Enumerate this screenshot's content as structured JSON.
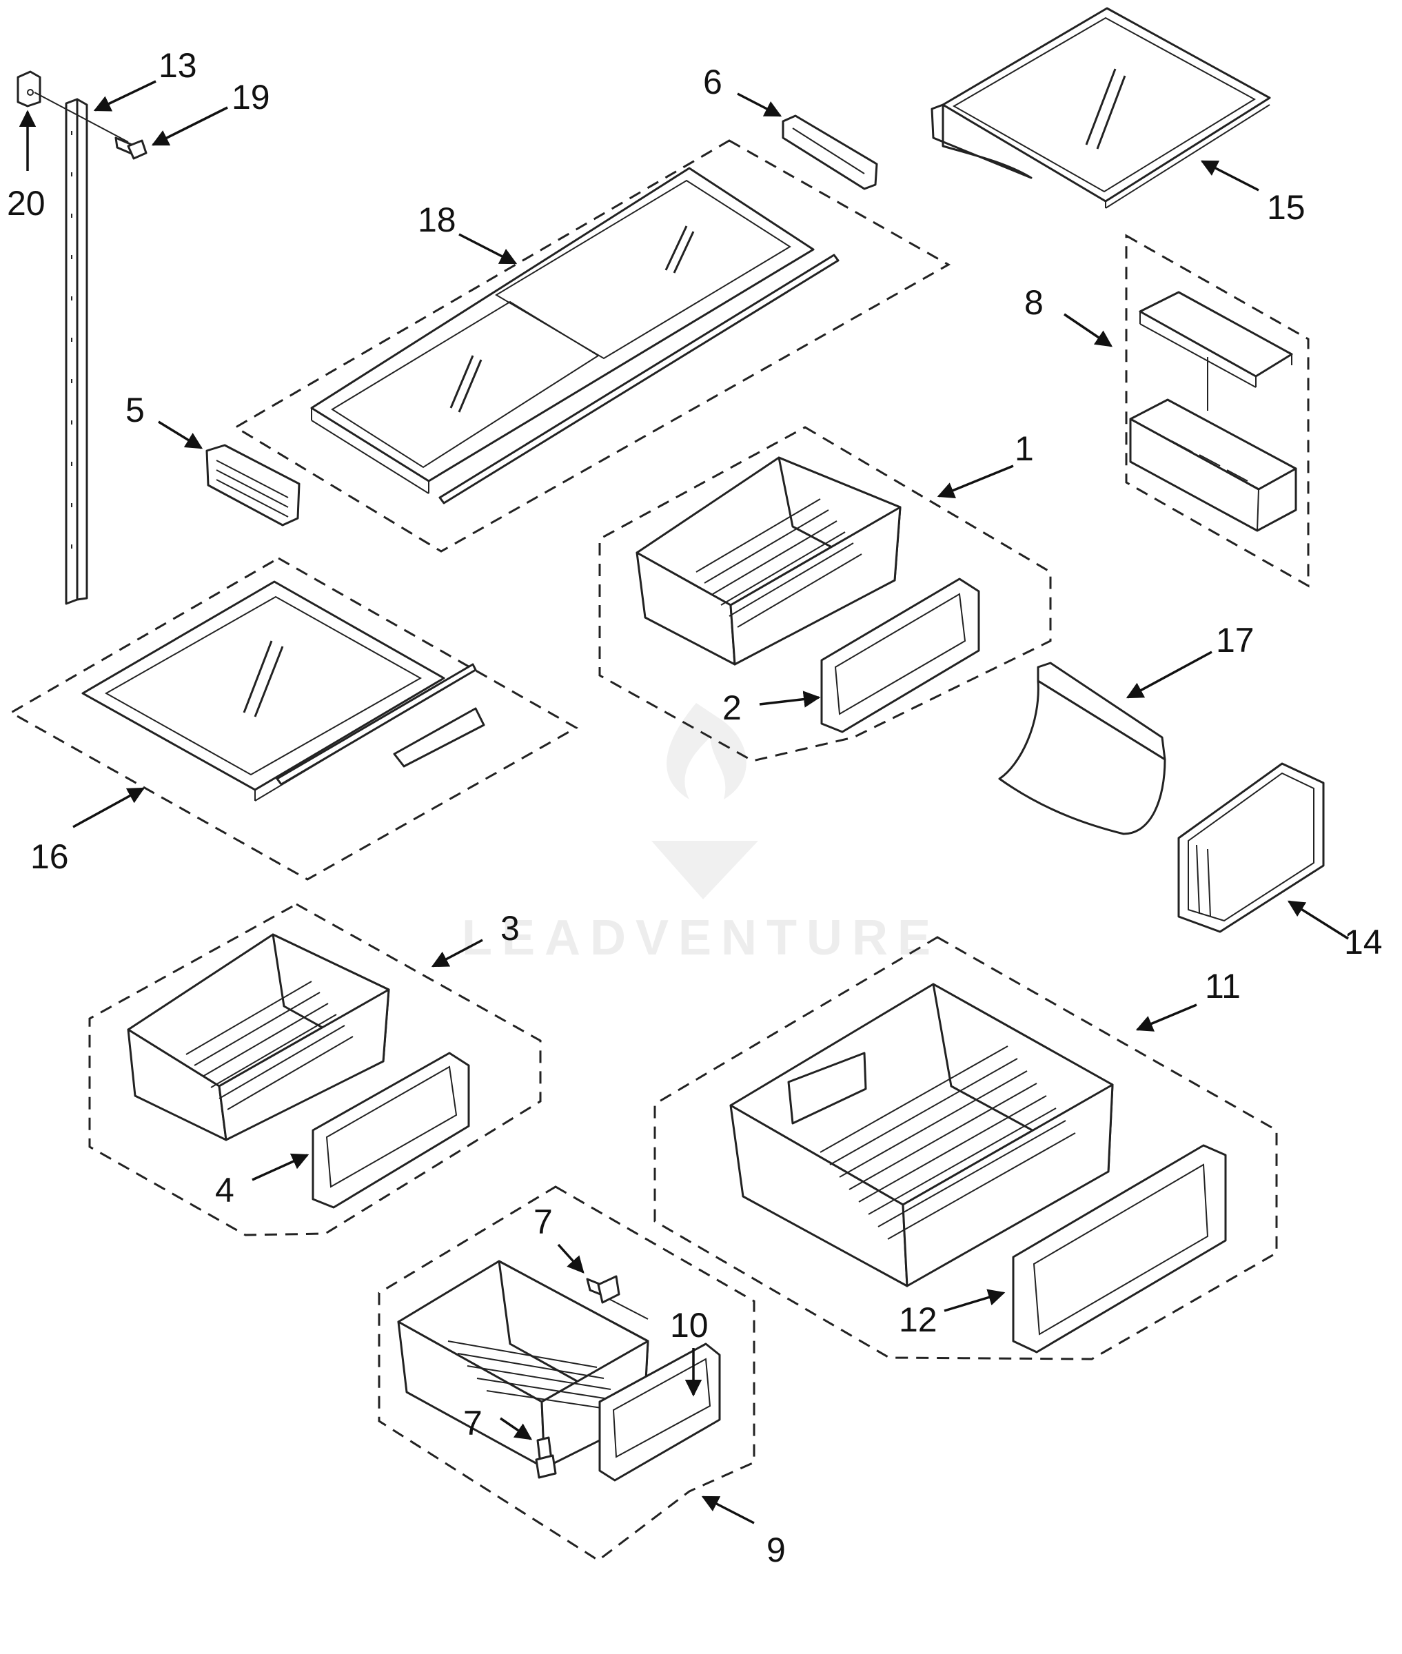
{
  "diagram": {
    "callouts": [
      {
        "id": "1",
        "label": "1"
      },
      {
        "id": "2",
        "label": "2"
      },
      {
        "id": "3",
        "label": "3"
      },
      {
        "id": "4",
        "label": "4"
      },
      {
        "id": "5",
        "label": "5"
      },
      {
        "id": "6",
        "label": "6"
      },
      {
        "id": "7a",
        "label": "7"
      },
      {
        "id": "7b",
        "label": "7"
      },
      {
        "id": "8",
        "label": "8"
      },
      {
        "id": "9",
        "label": "9"
      },
      {
        "id": "10",
        "label": "10"
      },
      {
        "id": "11",
        "label": "11"
      },
      {
        "id": "12",
        "label": "12"
      },
      {
        "id": "13",
        "label": "13"
      },
      {
        "id": "14",
        "label": "14"
      },
      {
        "id": "15",
        "label": "15"
      },
      {
        "id": "16",
        "label": "16"
      },
      {
        "id": "17",
        "label": "17"
      },
      {
        "id": "18",
        "label": "18"
      },
      {
        "id": "19",
        "label": "19"
      },
      {
        "id": "20",
        "label": "20"
      }
    ],
    "watermark": "LEADVENTURE"
  }
}
